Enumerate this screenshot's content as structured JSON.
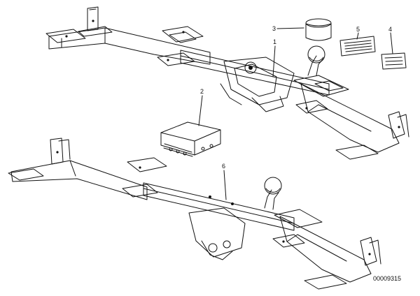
{
  "diagram": {
    "callouts": [
      {
        "id": "cap",
        "label": "3"
      },
      {
        "id": "hitch-upper",
        "label": "1"
      },
      {
        "id": "strip",
        "label": "5"
      },
      {
        "id": "plate",
        "label": "4"
      },
      {
        "id": "box",
        "label": "2"
      },
      {
        "id": "hitch-lower",
        "label": "6"
      }
    ],
    "document_number": "00009315",
    "colors": {
      "line": "#111111",
      "background": "#ffffff",
      "label_fill": "#e6e6e6"
    }
  }
}
